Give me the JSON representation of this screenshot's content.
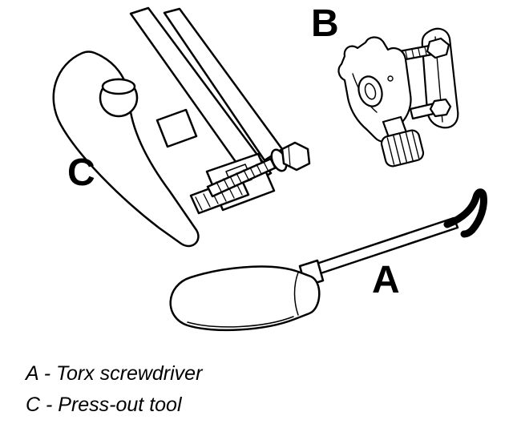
{
  "page": {
    "background_color": "#ffffff",
    "line_color": "#000000"
  },
  "figure": {
    "labels": {
      "a": "A",
      "b": "B",
      "c": "C"
    },
    "legend": [
      "A - Torx screwdriver",
      "C - Press-out tool"
    ],
    "illustrations": [
      {
        "key": "C",
        "icon": "press-out-tool-illustration"
      },
      {
        "key": "B",
        "icon": "clamp-tool-illustration"
      },
      {
        "key": "A",
        "icon": "torx-screwdriver-illustration"
      }
    ]
  }
}
